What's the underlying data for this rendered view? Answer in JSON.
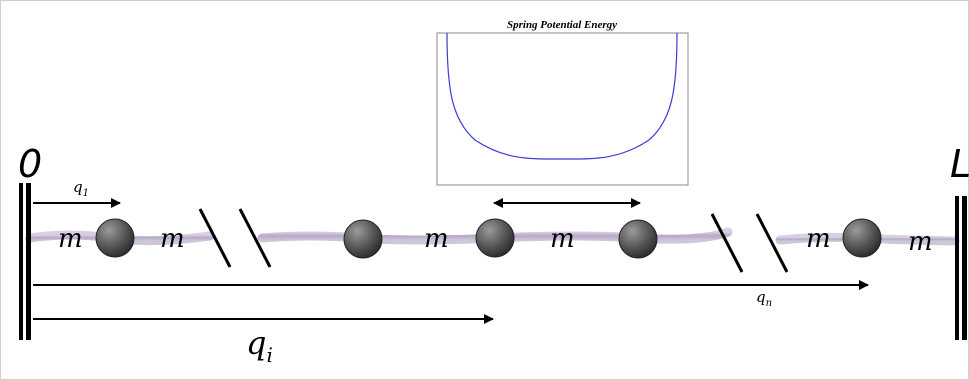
{
  "endpoints": {
    "left_label": "0",
    "right_label": "L"
  },
  "inset": {
    "title": "Spring Potential Energy"
  },
  "spring_label": "m",
  "coordinates": {
    "q1": {
      "base": "q",
      "sub": "1"
    },
    "qn": {
      "base": "q",
      "sub": "n"
    },
    "qi": {
      "base": "q",
      "sub": "i"
    }
  },
  "colors": {
    "spring": "#b6a9c6",
    "mass": "#555555",
    "curve": "#3b3bd6",
    "ink": "#000000"
  }
}
